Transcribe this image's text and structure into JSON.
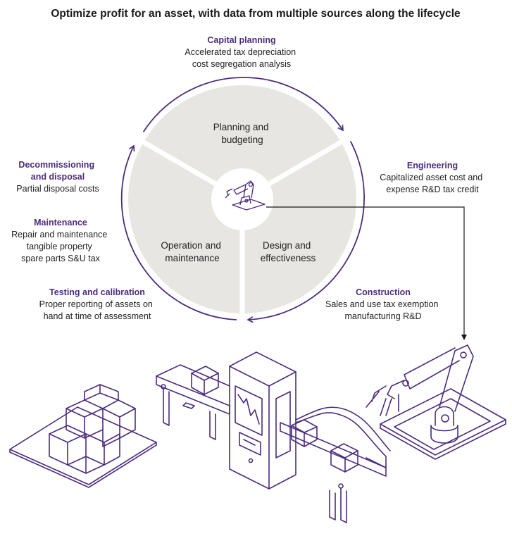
{
  "title": "Optimize profit for an asset, with data from multiple sources along the lifecycle",
  "colors": {
    "accent": "#4b2c7f",
    "wheel_fill": "#e8e6e3",
    "text": "#222222"
  },
  "segments": {
    "planning": [
      "Planning and",
      "budgeting"
    ],
    "design": [
      "Design and",
      "effectiveness"
    ],
    "operation": [
      "Operation and",
      "maintenance"
    ]
  },
  "stages": {
    "capital_planning": {
      "heading": "Capital planning",
      "lines": [
        "Accelerated tax depreciation",
        "cost segregation analysis"
      ]
    },
    "engineering": {
      "heading": "Engineering",
      "lines": [
        "Capitalized asset cost and",
        "expense R&D tax credit"
      ]
    },
    "construction": {
      "heading": "Construction",
      "lines": [
        "Sales and use tax exemption",
        "manufacturing R&D"
      ]
    },
    "testing": {
      "heading": "Testing and calibration",
      "lines": [
        "Proper reporting of assets on",
        "hand at time of assessment"
      ]
    },
    "maintenance": {
      "heading": "Maintenance",
      "lines": [
        "Repair and maintenance",
        "tangible property",
        "spare parts S&U tax"
      ]
    },
    "decommissioning": {
      "heading": [
        "Decommissioning",
        "and disposal"
      ],
      "lines": [
        "Partial disposal costs"
      ]
    }
  },
  "icons": {
    "hub": "robot-arm-icon",
    "illustration": "factory-line-illustration"
  }
}
